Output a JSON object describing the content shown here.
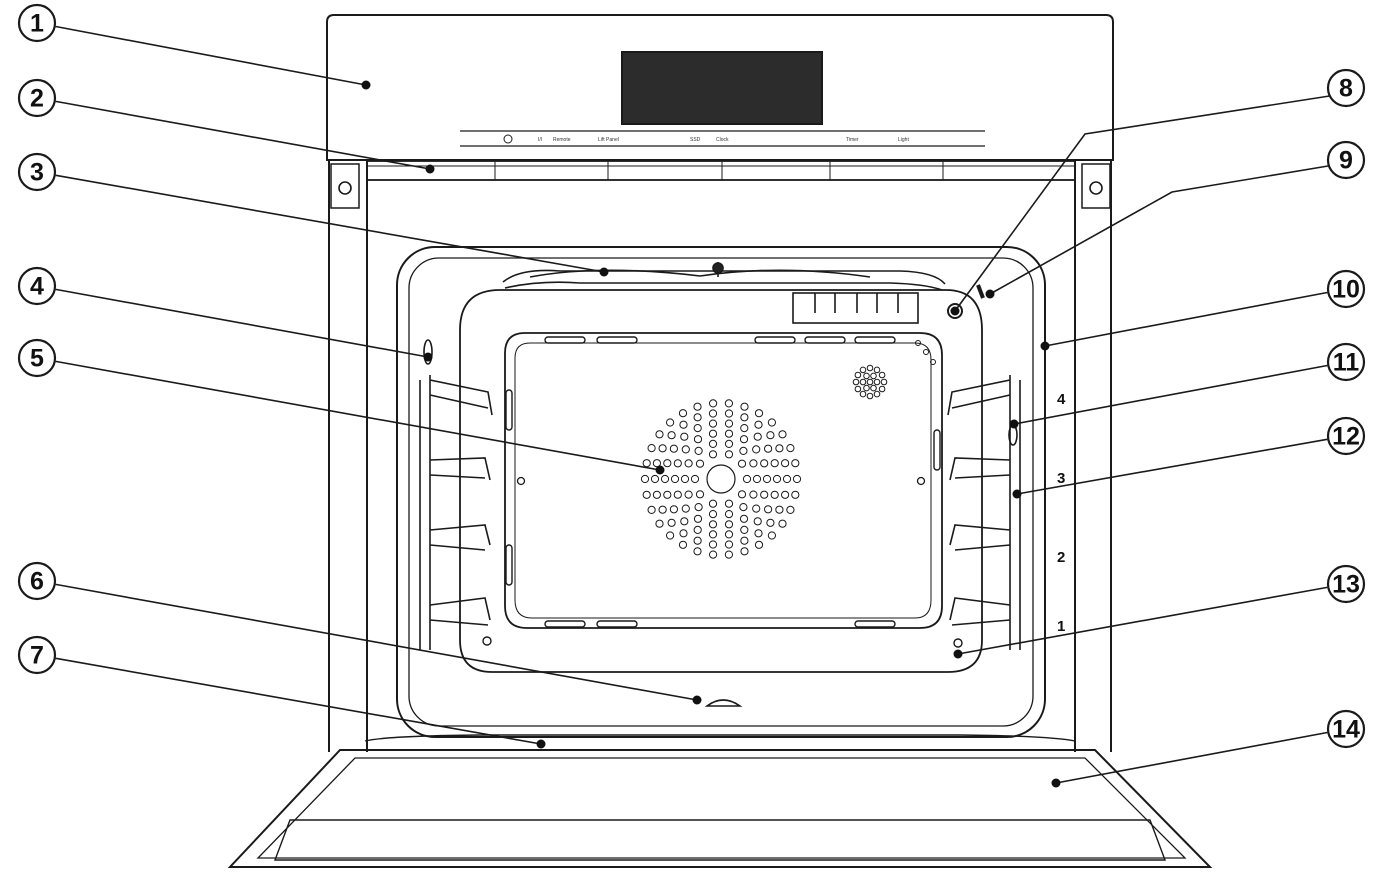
{
  "panel": {
    "labels": [
      "I/I",
      "Remote",
      "Lift Panel",
      "SSD",
      "Clock",
      "Timer",
      "Light"
    ]
  },
  "shelf_levels": [
    "4",
    "3",
    "2",
    "1"
  ],
  "callouts": [
    "1",
    "2",
    "3",
    "4",
    "5",
    "6",
    "7",
    "8",
    "9",
    "10",
    "11",
    "12",
    "13",
    "14"
  ]
}
